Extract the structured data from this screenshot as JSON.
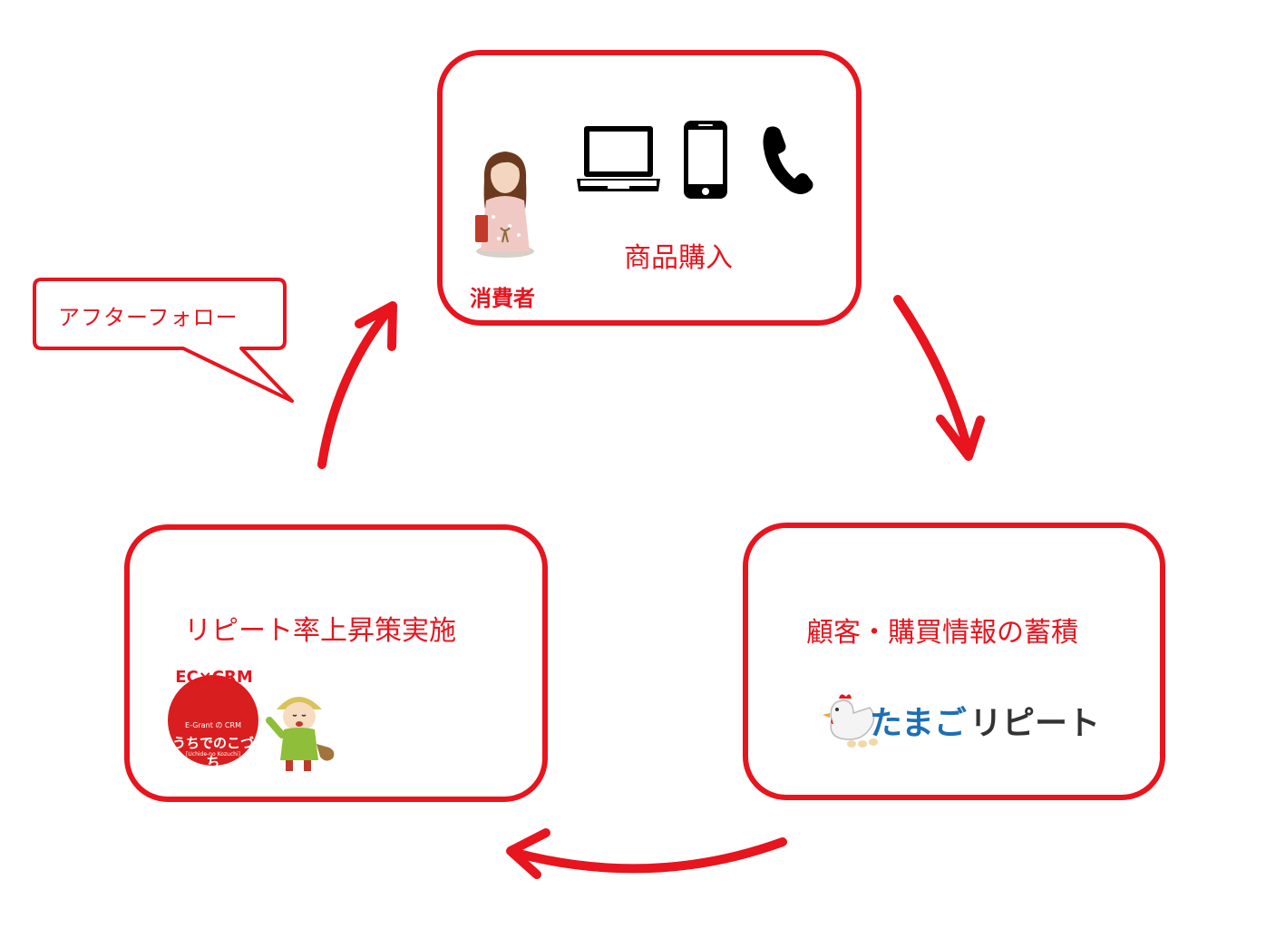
{
  "nodes": {
    "purchase": {
      "label": "商品購入",
      "consumer_label": "消費者"
    },
    "accumulate": {
      "label": "顧客・購買情報の蓄積",
      "brand_part1": "たまご",
      "brand_part2": "リピート"
    },
    "repeat": {
      "label": "リピート率上昇策実施",
      "badge_top": "EC×CRM",
      "badge_mid": "E-Grant の CRM",
      "badge_main": "うちでのこづち",
      "badge_sub": "[Uchide-no Kozuchi]"
    }
  },
  "callout": {
    "label": "アフターフォロー"
  },
  "colors": {
    "accent": "#e8141e",
    "brand_blue": "#1d6fb5",
    "brand_dark": "#333333"
  },
  "icons": [
    "laptop-icon",
    "smartphone-icon",
    "phone-icon",
    "consumer-avatar",
    "chicken-icon",
    "mascot-character"
  ]
}
